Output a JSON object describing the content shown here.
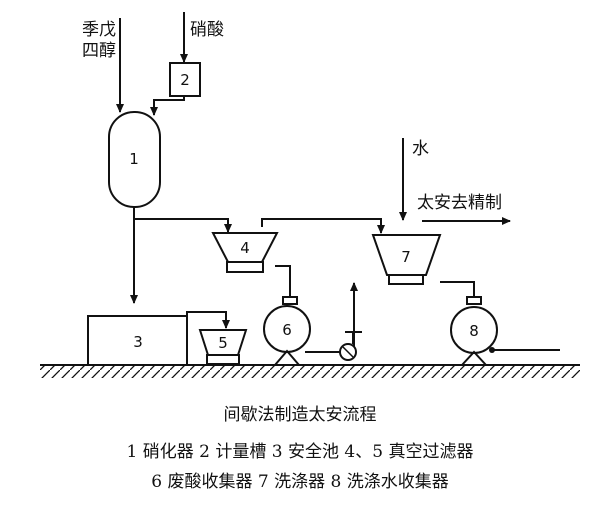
{
  "inputs": {
    "pentaerythritol_line1": "季戊",
    "pentaerythritol_line2": "四醇",
    "nitric_acid": "硝酸",
    "water": "水",
    "to_refining": "太安去精制"
  },
  "units": {
    "u1": "1",
    "u2": "2",
    "u3": "3",
    "u4": "4",
    "u5": "5",
    "u6": "6",
    "u7": "7",
    "u8": "8"
  },
  "caption": {
    "title": "间歇法制造太安流程",
    "legend_line1": "1 硝化器  2 计量槽  3 安全池  4、5 真空过滤器",
    "legend_line2": "6 废酸收集器  7 洗涤器  8 洗涤水收集器"
  },
  "colors": {
    "ink": "#111111",
    "background": "#ffffff"
  }
}
